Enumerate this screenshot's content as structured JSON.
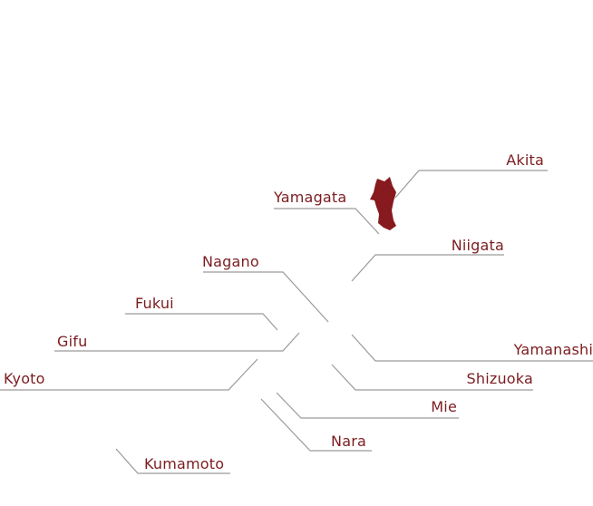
{
  "colors": {
    "label": "#7b1c1f",
    "highlight": "#861a1e",
    "leader": "#9a9a9a"
  },
  "highlighted_region": "Akita",
  "labels": {
    "akita": "Akita",
    "yamagata": "Yamagata",
    "niigata": "Niigata",
    "nagano": "Nagano",
    "fukui": "Fukui",
    "gifu": "Gifu",
    "kyoto": "Kyoto",
    "yamanashi": "Yamanashi",
    "shizuoka": "Shizuoka",
    "mie": "Mie",
    "nara": "Nara",
    "kumamoto": "Kumamoto"
  }
}
